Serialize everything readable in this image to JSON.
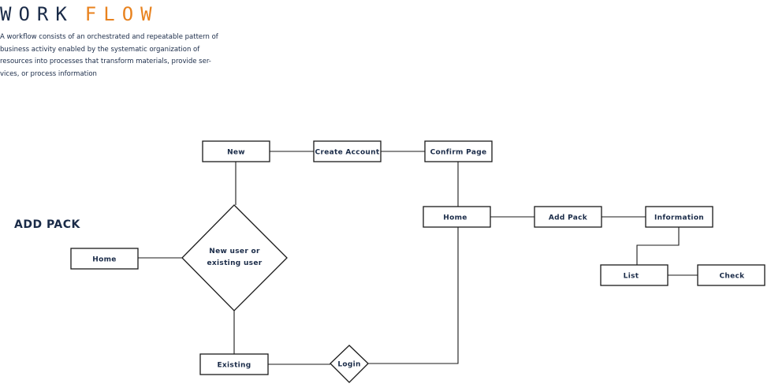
{
  "header": {
    "title_part1": "WORK",
    "title_part2": "FLOW",
    "description": "A workflow consists of an orchestrated and repeatable pattern of business activity enabled by the systematic organization of resources into processes that transform materials, provide ser-vices, or process information",
    "title_accent_color": "#e8821e",
    "text_color": "#1a2b48"
  },
  "side_heading": "ADD PACK",
  "nodes": {
    "home_left": "Home",
    "new": "New",
    "create_account": "Create Account",
    "confirm_page": "Confirm Page",
    "decision_line1": "New user or",
    "decision_line2": "existing user",
    "existing": "Existing",
    "login": "Login",
    "home_right": "Home",
    "add_pack": "Add Pack",
    "information": "Information",
    "list": "List",
    "check": "Check"
  }
}
